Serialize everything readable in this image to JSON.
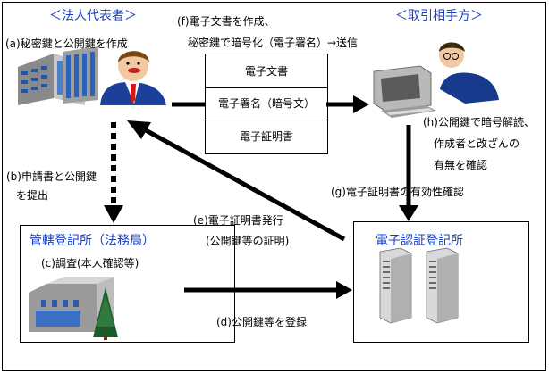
{
  "parties": {
    "corporate_rep": "＜法人代表者＞",
    "counterparty": "＜取引相手方＞",
    "registry": "管轄登記所（法務局）",
    "cert_office": "電子認証登記所"
  },
  "steps": {
    "a": "(a)秘密鍵と公開鍵を作成",
    "b1": "(b)申請書と公開鍵",
    "b2": "を提出",
    "c": "(c)調査(本人確認等)",
    "d": "(d)公開鍵等を登録",
    "e1": "(e)電子証明書発行",
    "e2": "(公開鍵等の証明)",
    "f1": "(f)電子文書を作成、",
    "f2": "秘密鍵で暗号化（電子署名）→送信",
    "g": "(g)電子証明書の有効性確認",
    "h1": "(h)公開鍵で暗号解読、",
    "h2": "作成者と改ざんの",
    "h3": "有無を確認"
  },
  "bundle": {
    "doc": "電子文書",
    "sig": "電子署名（暗号文）",
    "cert": "電子証明書"
  }
}
